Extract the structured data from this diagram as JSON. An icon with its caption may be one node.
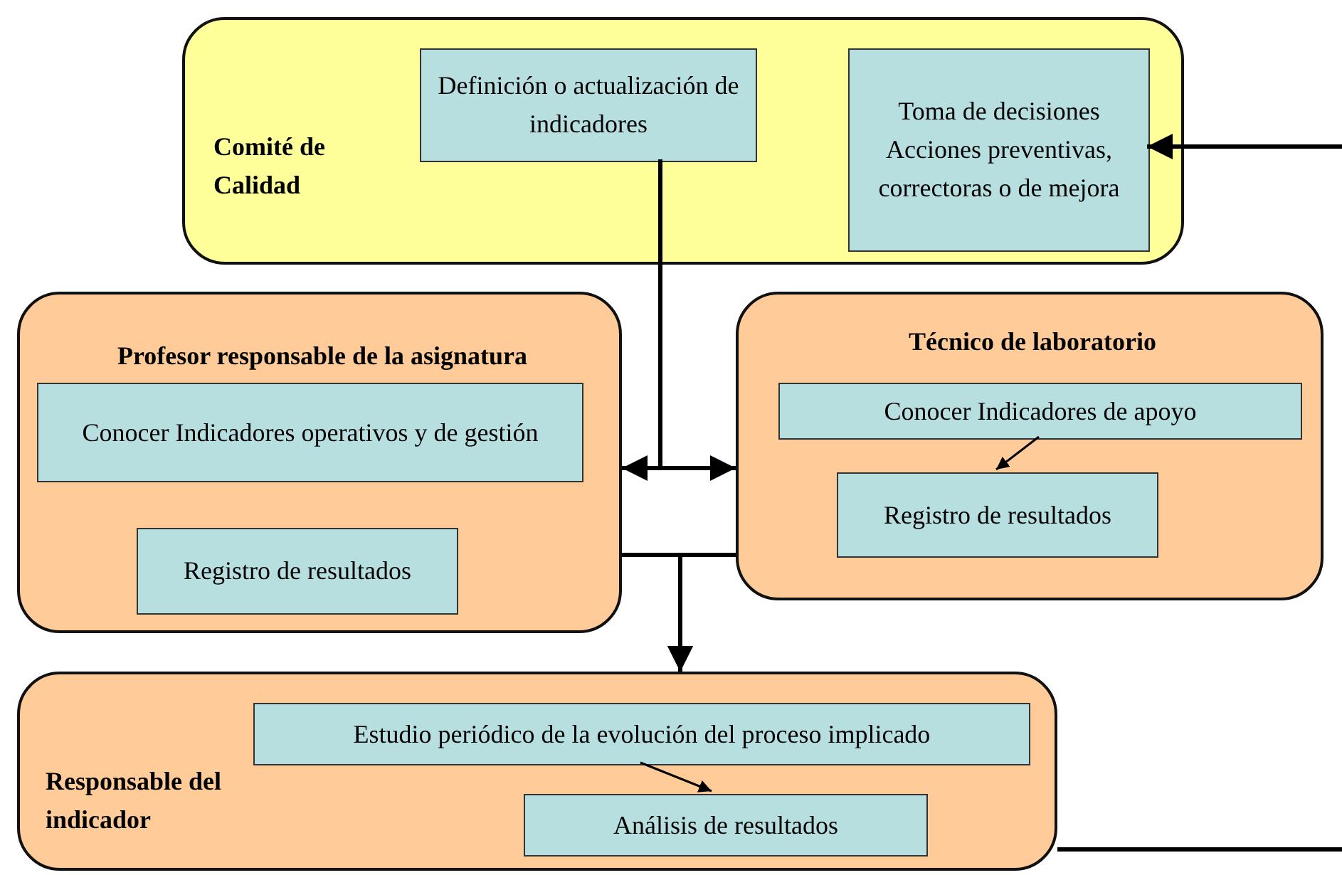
{
  "diagram": {
    "nodes": [
      {
        "text": [
          "Comité de Calidad"
        ]
      },
      {
        "text": [
          "Definición o actualización de indicadores"
        ],
        "in": 0
      },
      {
        "text": [
          "Toma de decisiones",
          "Acciones preventivas, correctoras o de mejora"
        ],
        "in": 0
      },
      {
        "text": [
          "Profesor responsable de la asignatura"
        ]
      },
      {
        "text": [
          "Conocer Indicadores operativos y de gestión"
        ],
        "in": 3
      },
      {
        "text": [
          "Registro de resultados"
        ],
        "in": 3
      },
      {
        "text": [
          "Técnico de laboratorio"
        ]
      },
      {
        "text": [
          "Conocer Indicadores de apoyo"
        ],
        "in": 6
      },
      {
        "text": [
          "Registro de resultados"
        ],
        "in": 6
      },
      {
        "text": [
          "Responsable del indicador"
        ]
      },
      {
        "text": [
          "Estudio periódico de la evolución del proceso implicado"
        ],
        "in": 9
      },
      {
        "text": [
          "Análisis de resultados"
        ],
        "in": 9
      }
    ],
    "edges": [
      {
        "from": 1,
        "to": 3,
        "arrow": "to"
      },
      {
        "from": 1,
        "to": 6,
        "arrow": "to"
      },
      {
        "from": 3,
        "to": 9,
        "arrow": "to"
      },
      {
        "from": 6,
        "to": 9,
        "arrow": "to"
      },
      {
        "from": 7,
        "to": 8,
        "arrow": "to"
      },
      {
        "from": 10,
        "to": 11,
        "arrow": "to"
      },
      {
        "from": null,
        "to": 2,
        "arrow": "to"
      },
      {
        "from": 9,
        "to": null,
        "arrow": "none"
      }
    ]
  }
}
